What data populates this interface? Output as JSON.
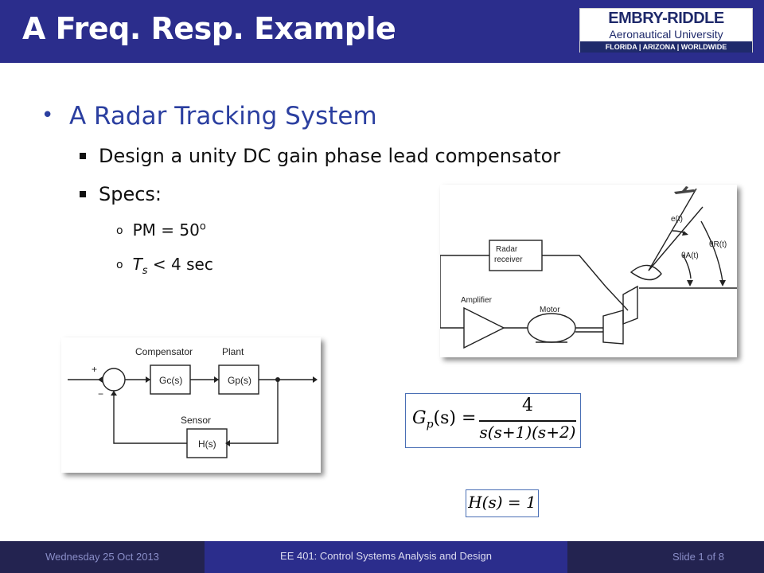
{
  "header": {
    "title": "A Freq. Resp. Example",
    "logo": {
      "line1": "EMBRY-RIDDLE",
      "line2": "Aeronautical University",
      "line3": "FLORIDA | ARIZONA | WORLDWIDE"
    }
  },
  "content": {
    "bullet1": "A Radar Tracking System",
    "bullet2": "Design a unity DC gain phase lead compensator",
    "bullet3": "Specs:",
    "spec1": "PM = 50",
    "spec1_unit": "o",
    "spec2_var": "T",
    "spec2_sub": "s",
    "spec2_rest": " < 4 sec"
  },
  "radar_figure": {
    "receiver_label1": "Radar",
    "receiver_label2": "receiver",
    "amplifier_label": "Amplifier",
    "motor_label": "Motor",
    "e_label": "e(t)",
    "thetaA_label": "θA(t)",
    "thetaR_label": "θR(t)"
  },
  "block_diagram": {
    "compensator_label": "Compensator",
    "plant_label": "Plant",
    "gc_label": "Gc(s)",
    "gp_label": "Gp(s)",
    "sensor_label": "Sensor",
    "h_label": "H(s)",
    "plus": "+",
    "minus": "−"
  },
  "equations": {
    "gp_lhs": "G",
    "gp_sub": "p",
    "gp_arg": "(s) =",
    "gp_num": "4",
    "gp_den": "s(s+1)(s+2)",
    "h_eq": "H(s) = 1"
  },
  "footer": {
    "date": "Wednesday 25 Oct 2013",
    "course": "EE 401: Control Systems Analysis and Design",
    "slide": "Slide 1 of 8"
  },
  "colors": {
    "header_bg": "#2b2d8c",
    "accent_text": "#2b3fa0"
  }
}
